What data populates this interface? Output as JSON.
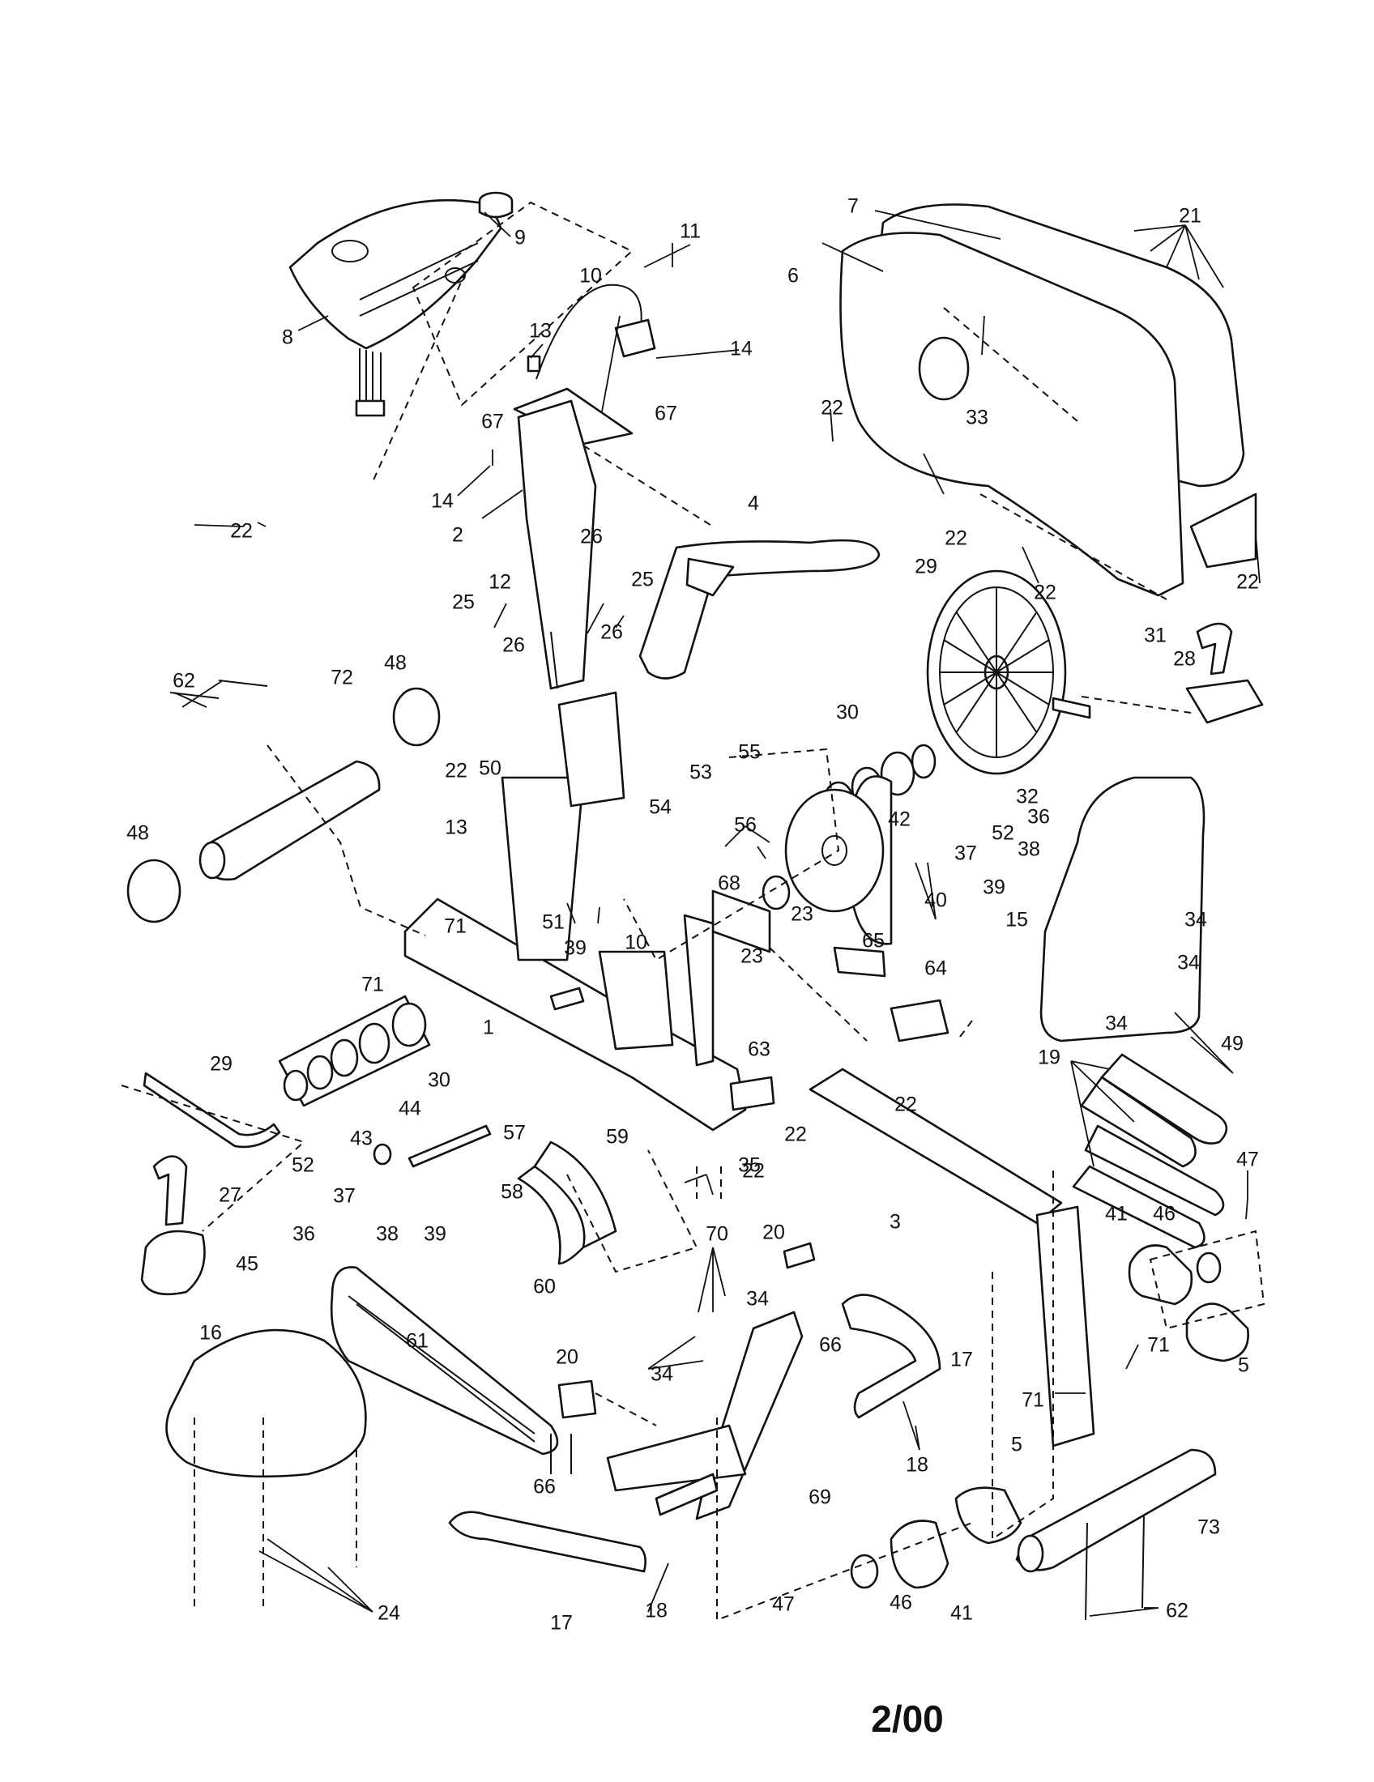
{
  "diagram": {
    "type": "exploded-parts-diagram",
    "date_stamp": "2/00",
    "callouts": [
      {
        "key": "c1",
        "label": "1"
      },
      {
        "key": "c2",
        "label": "2"
      },
      {
        "key": "c3",
        "label": "3"
      },
      {
        "key": "c4",
        "label": "4"
      },
      {
        "key": "c5a",
        "label": "5"
      },
      {
        "key": "c5b",
        "label": "5"
      },
      {
        "key": "c6",
        "label": "6"
      },
      {
        "key": "c7",
        "label": "7"
      },
      {
        "key": "c8",
        "label": "8"
      },
      {
        "key": "c9",
        "label": "9"
      },
      {
        "key": "c10a",
        "label": "10"
      },
      {
        "key": "c10b",
        "label": "10"
      },
      {
        "key": "c11",
        "label": "11"
      },
      {
        "key": "c12",
        "label": "12"
      },
      {
        "key": "c13a",
        "label": "13"
      },
      {
        "key": "c13b",
        "label": "13"
      },
      {
        "key": "c14a",
        "label": "14"
      },
      {
        "key": "c14b",
        "label": "14"
      },
      {
        "key": "c15",
        "label": "15"
      },
      {
        "key": "c16",
        "label": "16"
      },
      {
        "key": "c17a",
        "label": "17"
      },
      {
        "key": "c17b",
        "label": "17"
      },
      {
        "key": "c18a",
        "label": "18"
      },
      {
        "key": "c18b",
        "label": "18"
      },
      {
        "key": "c19",
        "label": "19"
      },
      {
        "key": "c20a",
        "label": "20"
      },
      {
        "key": "c20b",
        "label": "20"
      },
      {
        "key": "c21",
        "label": "21"
      },
      {
        "key": "c22a",
        "label": "22"
      },
      {
        "key": "c22b",
        "label": "22"
      },
      {
        "key": "c22c",
        "label": "22"
      },
      {
        "key": "c22d",
        "label": "22"
      },
      {
        "key": "c22e",
        "label": "22"
      },
      {
        "key": "c22f",
        "label": "22"
      },
      {
        "key": "c22g",
        "label": "22"
      },
      {
        "key": "c22h",
        "label": "22"
      },
      {
        "key": "c22i",
        "label": "22"
      },
      {
        "key": "c23a",
        "label": "23"
      },
      {
        "key": "c23b",
        "label": "23"
      },
      {
        "key": "c24",
        "label": "24"
      },
      {
        "key": "c25a",
        "label": "25"
      },
      {
        "key": "c25b",
        "label": "25"
      },
      {
        "key": "c26a",
        "label": "26"
      },
      {
        "key": "c26b",
        "label": "26"
      },
      {
        "key": "c26c",
        "label": "26"
      },
      {
        "key": "c27",
        "label": "27"
      },
      {
        "key": "c28",
        "label": "28"
      },
      {
        "key": "c29a",
        "label": "29"
      },
      {
        "key": "c29b",
        "label": "29"
      },
      {
        "key": "c30a",
        "label": "30"
      },
      {
        "key": "c30b",
        "label": "30"
      },
      {
        "key": "c31",
        "label": "31"
      },
      {
        "key": "c32",
        "label": "32"
      },
      {
        "key": "c33",
        "label": "33"
      },
      {
        "key": "c34a",
        "label": "34"
      },
      {
        "key": "c34b",
        "label": "34"
      },
      {
        "key": "c34c",
        "label": "34"
      },
      {
        "key": "c34d",
        "label": "34"
      },
      {
        "key": "c34e",
        "label": "34"
      },
      {
        "key": "c35",
        "label": "35"
      },
      {
        "key": "c36a",
        "label": "36"
      },
      {
        "key": "c36b",
        "label": "36"
      },
      {
        "key": "c37a",
        "label": "37"
      },
      {
        "key": "c37b",
        "label": "37"
      },
      {
        "key": "c38a",
        "label": "38"
      },
      {
        "key": "c38b",
        "label": "38"
      },
      {
        "key": "c39a",
        "label": "39"
      },
      {
        "key": "c39b",
        "label": "39"
      },
      {
        "key": "c39c",
        "label": "39"
      },
      {
        "key": "c40",
        "label": "40"
      },
      {
        "key": "c41a",
        "label": "41"
      },
      {
        "key": "c41b",
        "label": "41"
      },
      {
        "key": "c42",
        "label": "42"
      },
      {
        "key": "c43",
        "label": "43"
      },
      {
        "key": "c44",
        "label": "44"
      },
      {
        "key": "c45",
        "label": "45"
      },
      {
        "key": "c46a",
        "label": "46"
      },
      {
        "key": "c46b",
        "label": "46"
      },
      {
        "key": "c47a",
        "label": "47"
      },
      {
        "key": "c47b",
        "label": "47"
      },
      {
        "key": "c48a",
        "label": "48"
      },
      {
        "key": "c48b",
        "label": "48"
      },
      {
        "key": "c49",
        "label": "49"
      },
      {
        "key": "c50",
        "label": "50"
      },
      {
        "key": "c51",
        "label": "51"
      },
      {
        "key": "c52a",
        "label": "52"
      },
      {
        "key": "c52b",
        "label": "52"
      },
      {
        "key": "c53",
        "label": "53"
      },
      {
        "key": "c54",
        "label": "54"
      },
      {
        "key": "c55",
        "label": "55"
      },
      {
        "key": "c56",
        "label": "56"
      },
      {
        "key": "c57",
        "label": "57"
      },
      {
        "key": "c58",
        "label": "58"
      },
      {
        "key": "c59",
        "label": "59"
      },
      {
        "key": "c60",
        "label": "60"
      },
      {
        "key": "c61",
        "label": "61"
      },
      {
        "key": "c62a",
        "label": "62"
      },
      {
        "key": "c62b",
        "label": "62"
      },
      {
        "key": "c63",
        "label": "63"
      },
      {
        "key": "c64",
        "label": "64"
      },
      {
        "key": "c65",
        "label": "65"
      },
      {
        "key": "c66a",
        "label": "66"
      },
      {
        "key": "c66b",
        "label": "66"
      },
      {
        "key": "c67a",
        "label": "67"
      },
      {
        "key": "c67b",
        "label": "67"
      },
      {
        "key": "c68",
        "label": "68"
      },
      {
        "key": "c69",
        "label": "69"
      },
      {
        "key": "c70",
        "label": "70"
      },
      {
        "key": "c71a",
        "label": "71"
      },
      {
        "key": "c71b",
        "label": "71"
      },
      {
        "key": "c71c",
        "label": "71"
      },
      {
        "key": "c71d",
        "label": "71"
      },
      {
        "key": "c72",
        "label": "72"
      },
      {
        "key": "c73",
        "label": "73"
      }
    ]
  }
}
